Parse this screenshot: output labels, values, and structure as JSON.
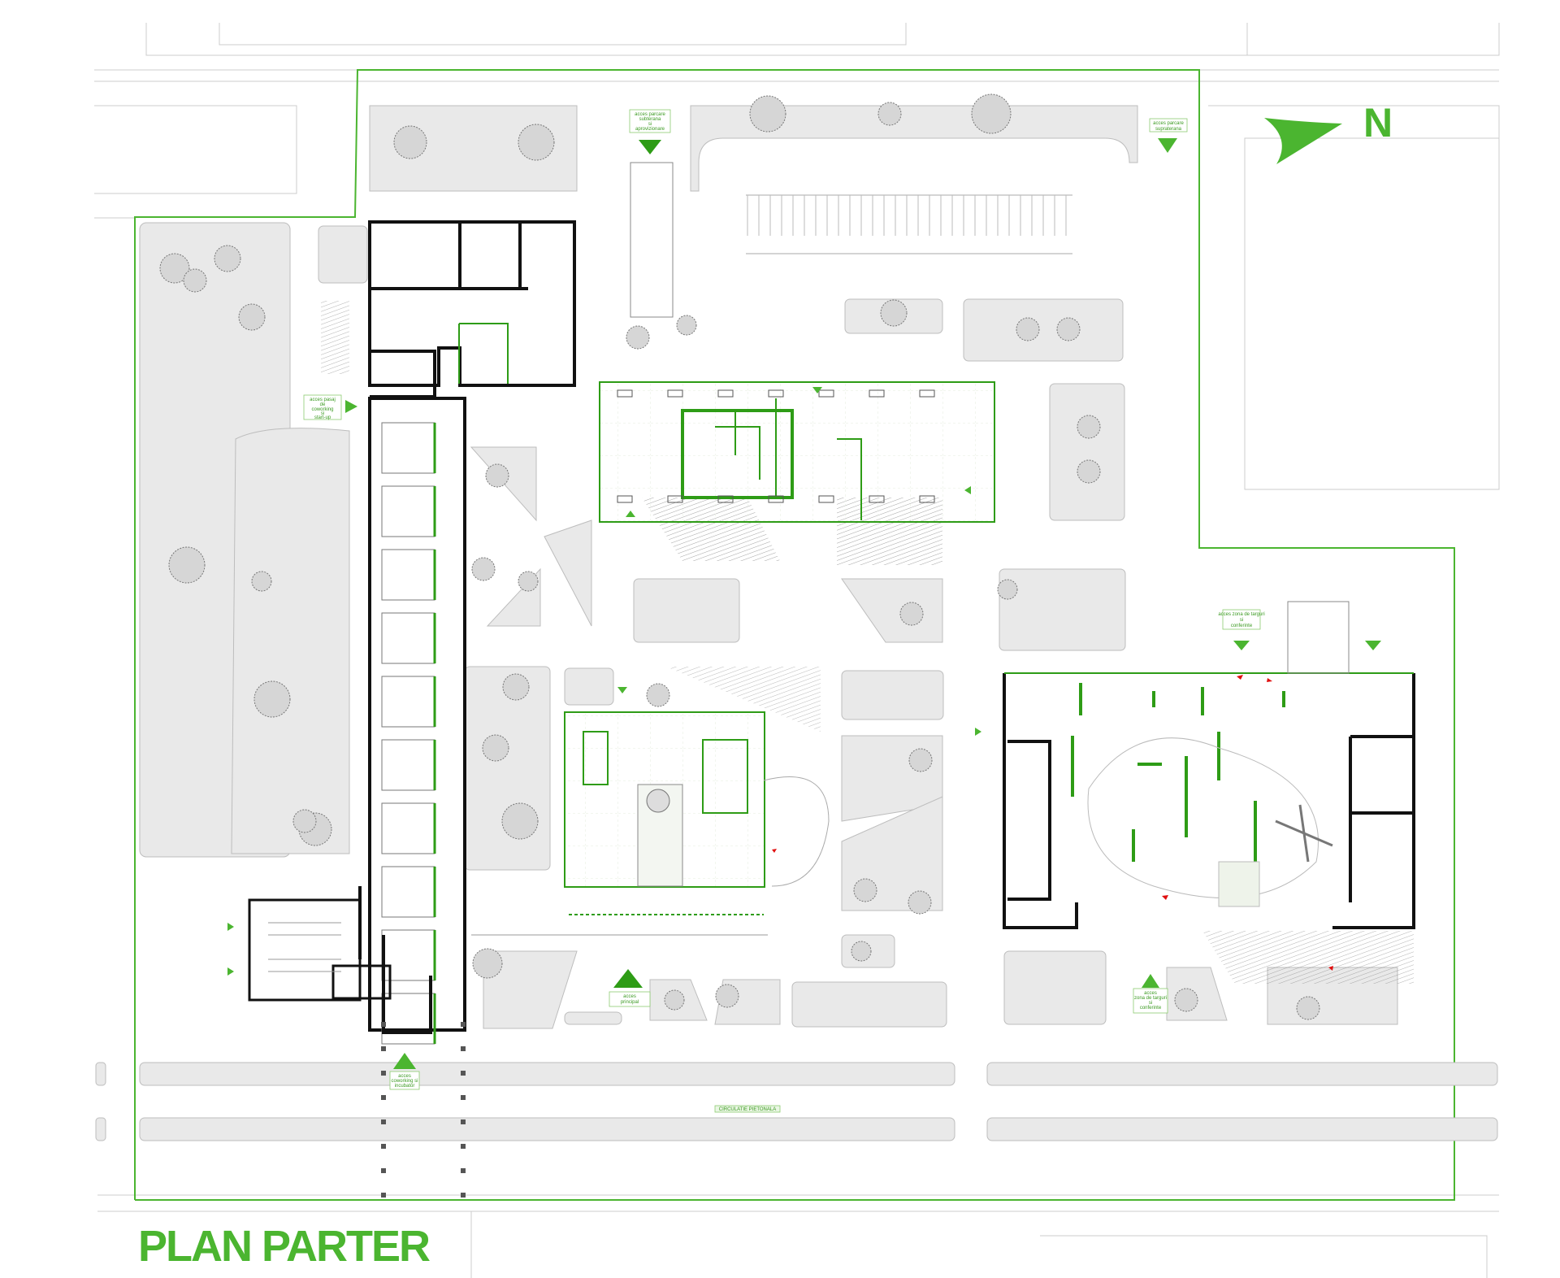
{
  "title": "PLAN PARTER",
  "north_label": "N",
  "colors": {
    "accent": "#4bb530",
    "wall": "#111111",
    "landscape": "#e9e9e9",
    "marker": "#e01010"
  },
  "labels": {
    "parking_underground_access": [
      "acces parcare",
      "subterana",
      "si",
      "aprovizionare"
    ],
    "parking_surface_access": [
      "acces parcare",
      "supraterana"
    ],
    "main_access": [
      "acces",
      "principal"
    ],
    "pedestrian_circulation": "CIRCULATIE PIETONALA",
    "fair_access": [
      "acces",
      "zona de targuri",
      "si",
      "conferinte"
    ],
    "fair_access_north": [
      "acces zona de targuri",
      "si",
      "conferinte"
    ],
    "coworking_access": [
      "acces pasaj",
      "de",
      "coworking",
      "si",
      "start-up"
    ],
    "south_access": [
      "acces",
      "coworking si",
      "incubator"
    ]
  },
  "icons": [
    "north-arrow-icon",
    "access-triangle-icon",
    "tree-icon",
    "red-marker-icon"
  ]
}
